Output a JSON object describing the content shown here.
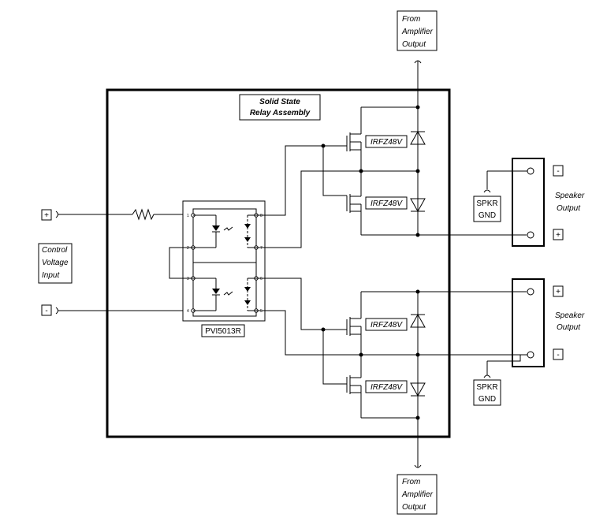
{
  "labels": {
    "amp_top": [
      "From",
      "Amplifier",
      "Output"
    ],
    "amp_bottom": [
      "From",
      "Amplifier",
      "Output"
    ],
    "relay_title": [
      "Solid State",
      "Relay Assembly"
    ],
    "control_input": [
      "Control",
      "Voltage",
      "Input"
    ],
    "plus": "+",
    "minus": "-",
    "chip": "PVI5013R",
    "mosfet_1": "IRFZ48V",
    "mosfet_2": "IRFZ48V",
    "mosfet_3": "IRFZ48V",
    "mosfet_4": "IRFZ48V",
    "speaker_top": [
      "Speaker",
      "Output"
    ],
    "speaker_bottom": [
      "Speaker",
      "Output"
    ],
    "gnd_top": [
      "SPKR",
      "GND"
    ],
    "gnd_bottom": [
      "SPKR",
      "GND"
    ],
    "spk_top_minus": "-",
    "spk_top_plus": "+",
    "spk_bot_plus": "+",
    "spk_bot_minus": "-",
    "pins": [
      "1",
      "2",
      "3",
      "4",
      "5",
      "6",
      "7",
      "8"
    ]
  },
  "icons": [
    "resistor-icon",
    "diode-icon",
    "mosfet-icon",
    "led-icon",
    "photodiode-icon",
    "connector-icon"
  ]
}
